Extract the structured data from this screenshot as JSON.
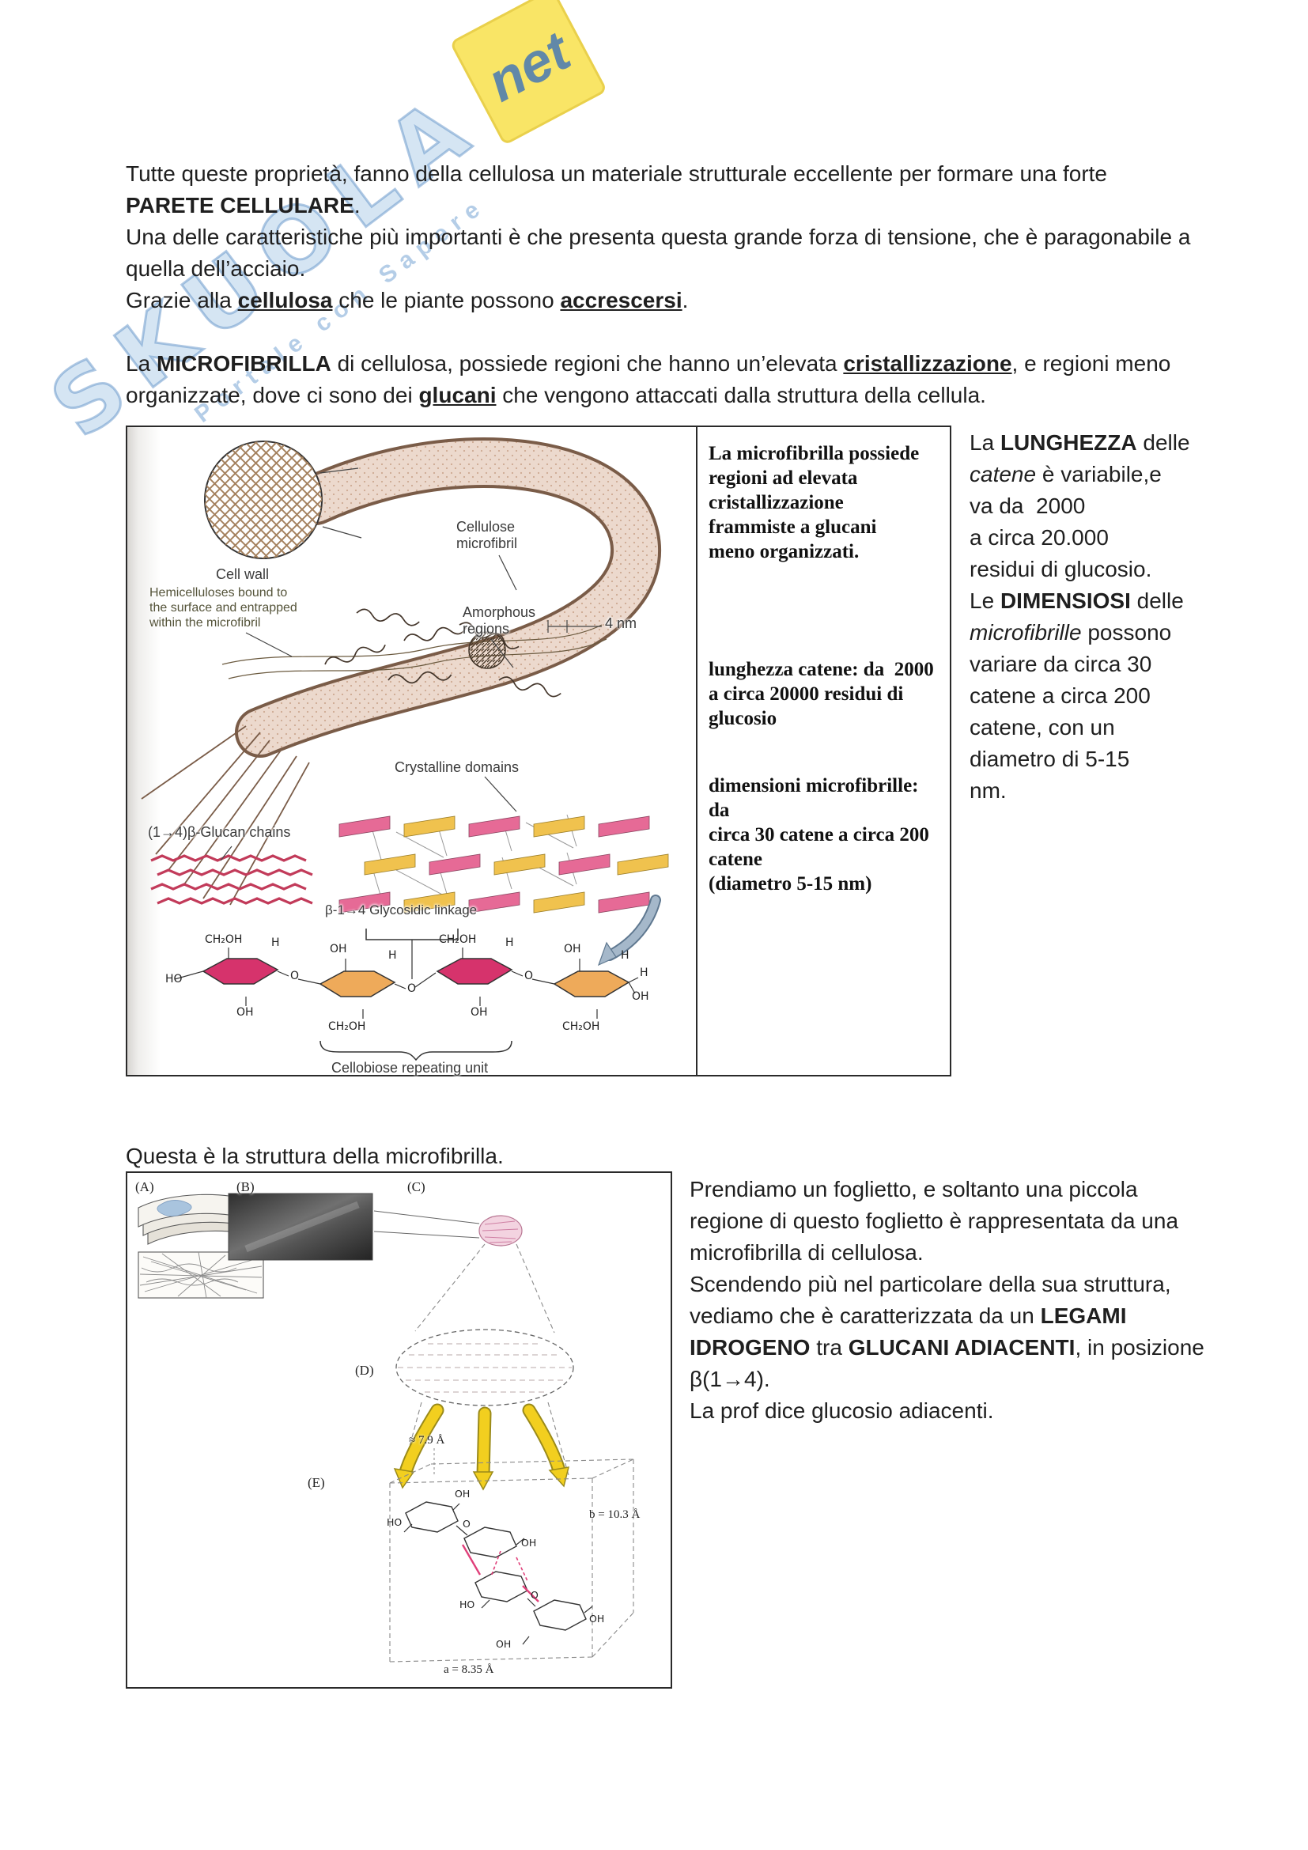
{
  "watermark": {
    "brand": "SKUOLA",
    "suffix": "net",
    "tagline": "Portale con Sapere"
  },
  "intro": {
    "p1a": "Tutte queste proprietà, fanno della cellulosa un materiale strutturale eccellente per formare una forte ",
    "p1b": "PARETE CELLULARE",
    "p1c": ".",
    "p2": "Una delle caratteristiche più importanti è che presenta questa grande forza di tensione, che è paragonabile a quella dell’acciaio.",
    "p3a": "Grazie alla ",
    "p3b": "cellulosa",
    "p3c": " che le piante possono ",
    "p3d": "accrescersi",
    "p3e": ".",
    "p4a": "La ",
    "p4b": "MICROFIBRILLA",
    "p4c": " di cellulosa, possiede regioni che hanno un’elevata ",
    "p4d": "cristallizzazione",
    "p4e": ", e regioni meno organizzate, dove ci sono dei ",
    "p4f": "glucani",
    "p4g": " che vengono attaccati dalla struttura della cellula."
  },
  "figure1": {
    "labels": {
      "cell_wall": "Cell wall",
      "microfibril": "Cellulose\nmicrofibril",
      "hemicelluloses": "Hemicelluloses bound to\nthe surface and entrapped\nwithin the microfibril",
      "amorphous": "Amorphous\nregions",
      "four_nm": "4 nm",
      "crystalline": "Crystalline domains",
      "glucan": "(1→4)β-Glucan chains",
      "glycosidic": "β-1→4 Glycosidic linkage",
      "cellobiose": "Cellobiose repeating unit"
    },
    "panel": {
      "block1": "La microfibrilla possiede\nregioni ad elevata\ncristallizzazione\nframmiste a glucani\nmeno organizzati.",
      "block2": "lunghezza catene: da  2000\na circa 20000 residui di\nglucosio",
      "block3": "dimensioni microfibrille: da\ncirca 30 catene a circa 200\ncatene\n(diametro 5-15 nm)"
    },
    "chem": [
      "CH₂OH",
      "OH",
      "H",
      "O",
      "OH",
      "CH₂OH",
      "H",
      "O",
      "CH₂OH",
      "OH",
      "H",
      "O",
      "OH",
      "CH₂OH",
      "H",
      "HO",
      "H",
      "OH"
    ]
  },
  "side1": {
    "s1": "La ",
    "s2": "LUNGHEZZA",
    "s3": " delle\n",
    "s4": "catene",
    "s5": " è variabile,e\nva da  2000\na circa 20.000\nresidui di glucosio.\n",
    "s6": "Le ",
    "s7": "DIMENSIOSI",
    "s8": " delle\n",
    "s9": "microfibrille",
    "s10": " possono\nvariare da circa 30\ncatene a circa 200\ncatene, con un\ndiametro di 5-15\nnm."
  },
  "caption2": "Questa è la struttura della microfibrilla.",
  "figure2": {
    "labels": {
      "a": "(A)",
      "b": "(B)",
      "c": "(C)",
      "d": "(D)",
      "e": "(E)"
    },
    "measures": {
      "c_axis": "≈ 7.9 Å",
      "b_axis": "b = 10.3 Å",
      "a_axis": "a = 8.35 Å"
    },
    "chem": [
      "HO",
      "OH",
      "O",
      "OH",
      "HO",
      "O",
      "OH",
      "OH"
    ]
  },
  "side2": {
    "s1": "Prendiamo un foglietto, e soltanto una piccola regione di questo foglietto è rappresentata da una microfibrilla di cellulosa.\nScendendo più nel particolare della sua struttura, vediamo che è caratterizzata da un ",
    "s2": "LEGAMI IDROGENO",
    "s3": " tra ",
    "s4": "GLUCANI ADIACENTI",
    "s5": ", in posizione β(1→4).\nLa prof dice glucosio adiacenti."
  },
  "colors": {
    "ring_pink": "#d6336c",
    "ring_tan": "#eeaa5a",
    "lattice_pink": "#e66a96",
    "lattice_yellow": "#f0c24e",
    "arrow_yellow": "#f2cf1f",
    "watermark_blue": "#7daad7",
    "watermark_yellow": "#f7e04a"
  }
}
